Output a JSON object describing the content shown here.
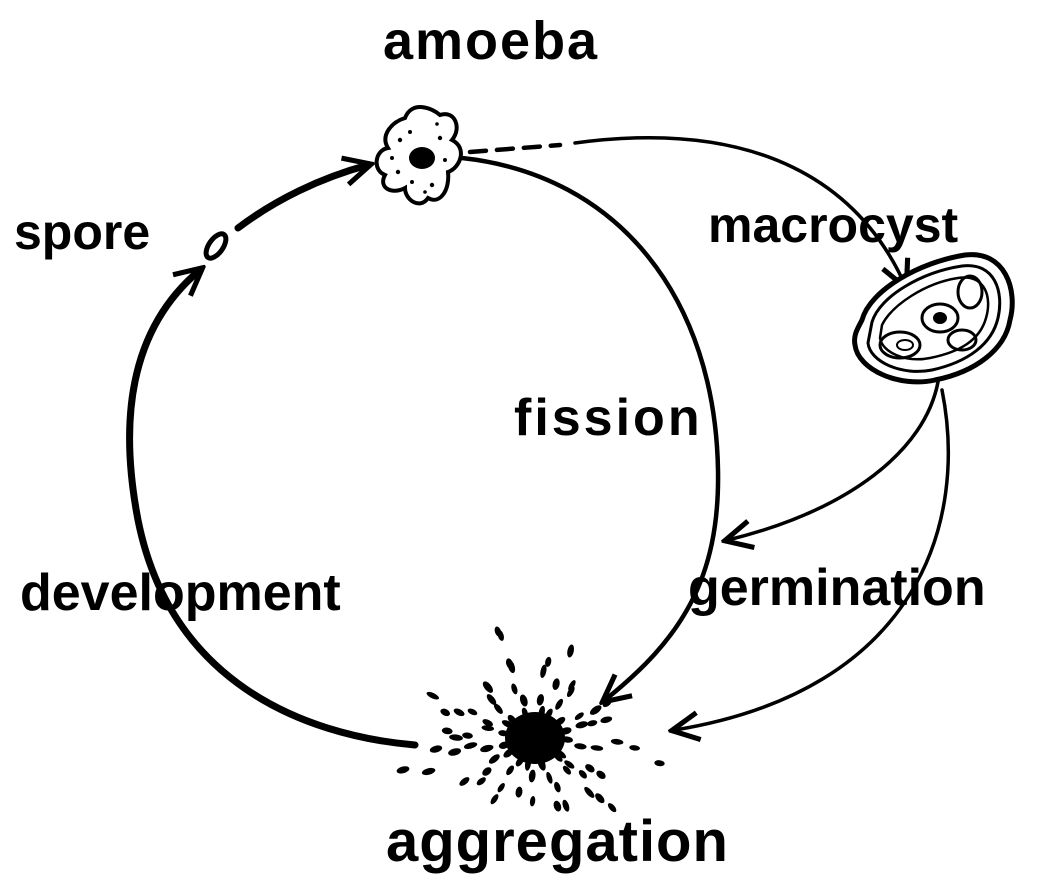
{
  "stages": {
    "amoeba": "amoeba",
    "spore": "spore",
    "macrocyst": "macrocyst",
    "fission": "fission",
    "development": "development",
    "germination": "germination",
    "aggregation": "aggregation"
  },
  "colors": {
    "ink": "#000000",
    "background": "#ffffff"
  }
}
